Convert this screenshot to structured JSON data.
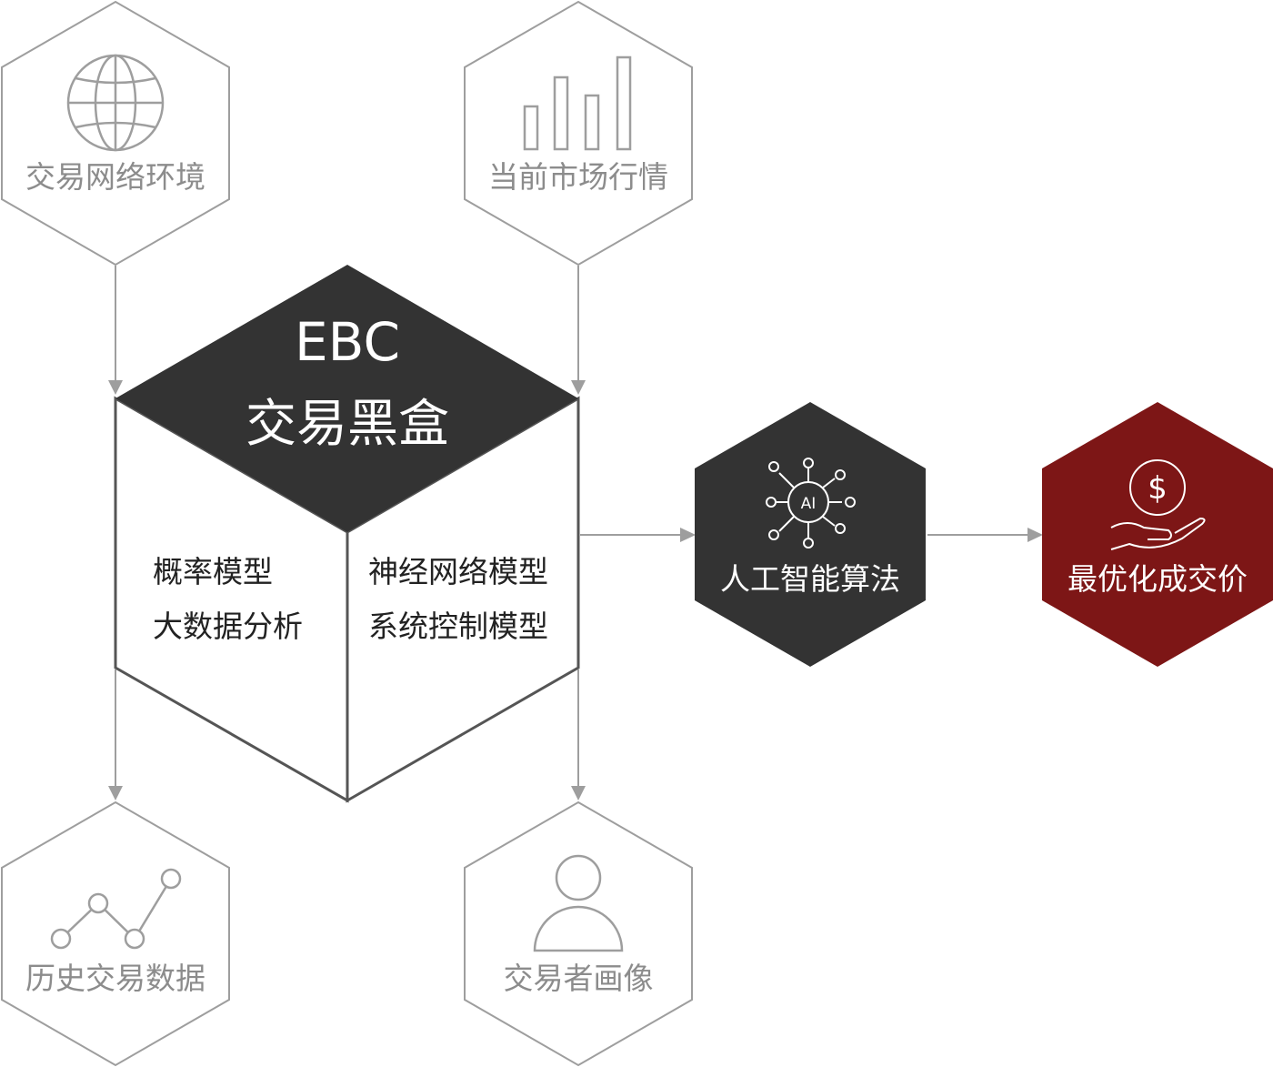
{
  "diagram": {
    "inputs": {
      "network": {
        "label": "交易网络环境",
        "icon": "globe-icon"
      },
      "market": {
        "label": "当前市场行情",
        "icon": "bar-chart-icon"
      },
      "history": {
        "label": "历史交易数据",
        "icon": "line-chart-icon"
      },
      "profile": {
        "label": "交易者画像",
        "icon": "user-icon"
      }
    },
    "blackbox": {
      "title_line1": "EBC",
      "title_line2": "交易黑盒",
      "left_items": [
        "概率模型",
        "大数据分析"
      ],
      "right_items": [
        "神经网络模型",
        "系统控制模型"
      ]
    },
    "ai": {
      "label": "人工智能算法",
      "icon": "ai-network-icon",
      "icon_text": "AI"
    },
    "output": {
      "label": "最优化成交价",
      "icon": "dollar-hand-icon",
      "icon_text": "$"
    },
    "colors": {
      "dark": "#333333",
      "accent_red": "#7d1616",
      "outline_gray": "#9e9e9e",
      "text_gray": "#8c8c8c"
    }
  }
}
